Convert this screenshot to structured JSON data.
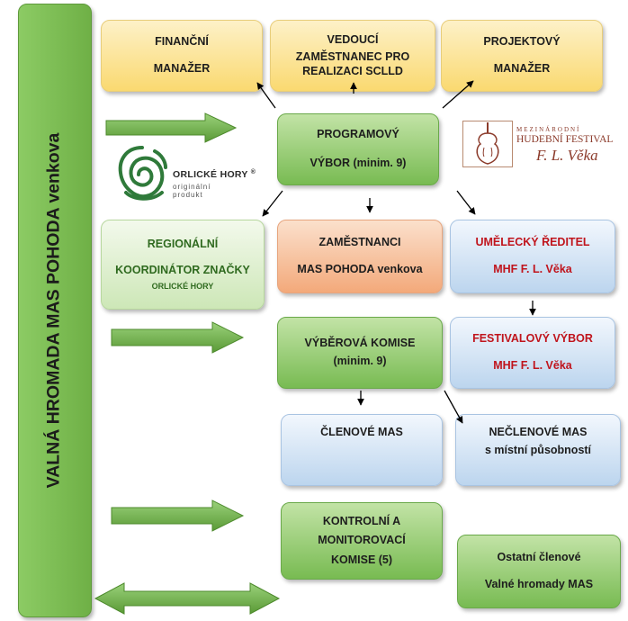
{
  "assembly": {
    "label": "VALNÁ HROMADA MAS POHODA venkova"
  },
  "boxes": {
    "financni": {
      "line1": "FINANČNÍ",
      "line2": "MANAŽER"
    },
    "vedouci": {
      "line1": "VEDOUCÍ",
      "line2": "ZAMĚSTNANEC PRO",
      "line3": "REALIZACI SCLLD"
    },
    "projektovy": {
      "line1": "PROJEKTOVÝ",
      "line2": "MANAŽER"
    },
    "programovy": {
      "line1": "PROGRAMOVÝ",
      "line2": "VÝBOR (minim. 9)"
    },
    "regionalni": {
      "line1": "REGIONÁLNÍ",
      "line2": "KOORDINÁTOR ZNAČKY",
      "line3": "ORLICKÉ HORY"
    },
    "zamestnanci": {
      "line1": "ZAMĚSTNANCI",
      "line2": "MAS POHODA venkova"
    },
    "umelecky": {
      "line1": "UMĚLECKÝ ŘEDITEL",
      "line2": "MHF F. L.  Věka"
    },
    "vyberova": {
      "line1": "VÝBĚROVÁ KOMISE",
      "line2": "(minim. 9)"
    },
    "festivalovy": {
      "line1": "FESTIVALOVÝ VÝBOR",
      "line2": "MHF F. L. Věka"
    },
    "clenove": {
      "line1": "ČLENOVÉ MAS"
    },
    "neclenove": {
      "line1": "NEČLENOVÉ MAS",
      "line2": "s místní působností"
    },
    "kontrolni": {
      "line1": "KONTROLNÍ A",
      "line2": "MONITOROVACÍ",
      "line3": "KOMISE (5)"
    },
    "ostatni": {
      "line1": "Ostatní členové",
      "line2": "Valné hromady MAS"
    }
  },
  "logos": {
    "orlicke": {
      "name": "ORLICKÉ HORY",
      "mark": "®",
      "sub1": "originální",
      "sub2": "produkt"
    },
    "festival": {
      "line1": "MEZINÁRODNÍ",
      "line2": "HUDEBNÍ FESTIVAL",
      "line3": "F. L. Věka"
    }
  },
  "colors": {
    "green": "#78bb52",
    "yellow": "#fad970",
    "orange": "#f3a97a",
    "blue": "#bcd5ee",
    "red_text": "#c0141c",
    "arrow_green": "#6fb046",
    "festival_brown": "#8b3a2a"
  }
}
